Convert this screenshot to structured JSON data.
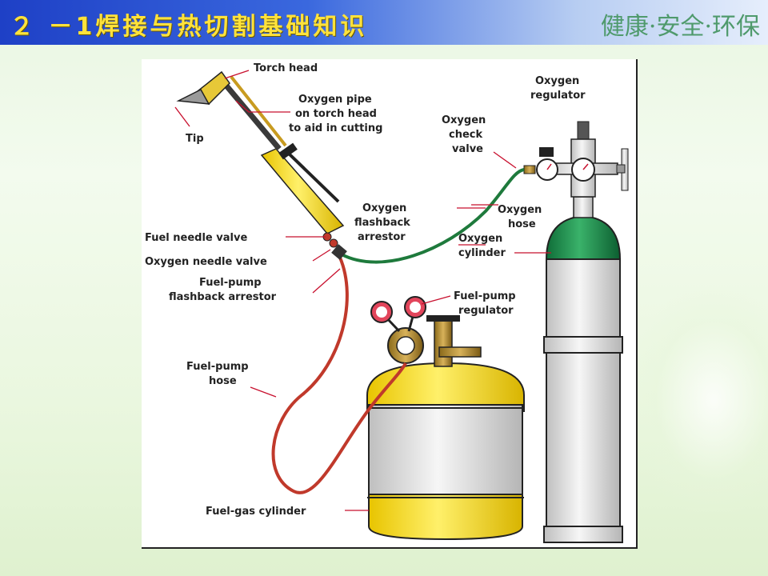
{
  "header": {
    "title": "２ －1焊接与热切割基础知识",
    "slogan": "健康·安全·环保"
  },
  "diagram": {
    "labels": {
      "torch_head": "Torch head",
      "tip": "Tip",
      "oxygen_pipe": [
        "Oxygen pipe",
        "on torch head",
        "to aid in cutting"
      ],
      "oxygen_regulator": [
        "Oxygen",
        "regulator"
      ],
      "oxygen_check_valve": [
        "Oxygen",
        "check",
        "valve"
      ],
      "oxygen_flashback_arrestor": [
        "Oxygen",
        "flashback",
        "arrestor"
      ],
      "oxygen_hose": [
        "Oxygen",
        "hose"
      ],
      "oxygen_cylinder": [
        "Oxygen",
        "cylinder"
      ],
      "fuel_needle_valve": "Fuel needle valve",
      "oxygen_needle_valve": "Oxygen needle valve",
      "fuel_pump_flashback_arrestor": [
        "Fuel-pump",
        "flashback arrestor"
      ],
      "fuel_pump_regulator": [
        "Fuel-pump",
        "regulator"
      ],
      "fuel_pump_hose": [
        "Fuel-pump",
        "hose"
      ],
      "fuel_gas_cylinder": "Fuel-gas cylinder"
    }
  },
  "colors": {
    "header_blue": "#1e40c6",
    "title_yellow": "#ffe23b",
    "slogan_green": "#4f9a6c",
    "leader_red": "#c8102e",
    "oxygen_green": "#1f8a4c",
    "fuel_yellow": "#f3dc2a",
    "hose_red": "#c0392b",
    "hose_green": "#1e7a3c"
  }
}
